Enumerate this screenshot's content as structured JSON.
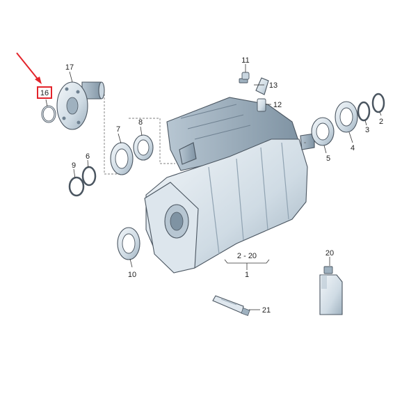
{
  "colors": {
    "metal_light": "#e9eff4",
    "metal_mid": "#c9d6e0",
    "metal_dark": "#8fa2b1",
    "outline": "#4a5560",
    "highlight_box": "#e3242b",
    "arrow": "#e3242b"
  },
  "labels": {
    "p1": "1",
    "p2": "2",
    "p3": "3",
    "p4": "4",
    "p5": "5",
    "p6": "6",
    "p7": "7",
    "p8": "8",
    "p9": "9",
    "p10": "10",
    "p11": "11",
    "p12": "12",
    "p13": "13",
    "p16": "16",
    "p17": "17",
    "p20": "20",
    "p21": "21",
    "range": "2 - 20"
  }
}
